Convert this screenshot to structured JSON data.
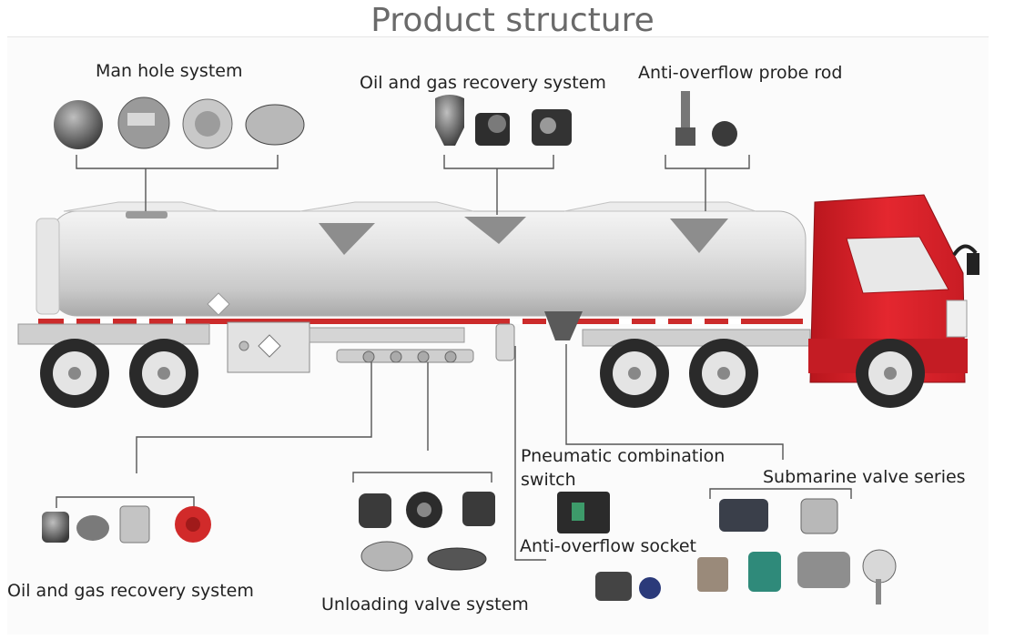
{
  "title": "Product structure",
  "labels": {
    "man_hole": "Man hole system",
    "oil_gas_top": "Oil and gas recovery system",
    "anti_overflow_probe": "Anti-overflow probe rod",
    "pneumatic_line1": "Pneumatic combination",
    "pneumatic_line2": "switch",
    "submarine": "Submarine valve series",
    "anti_overflow_socket": "Anti-overflow socket",
    "oil_gas_bottom": "Oil and gas recovery system",
    "unloading": "Unloading valve system"
  },
  "colors": {
    "cab": "#d9222a",
    "tank": "#dcdcdc",
    "stripe": "#cc2b2b",
    "line": "#555555"
  }
}
